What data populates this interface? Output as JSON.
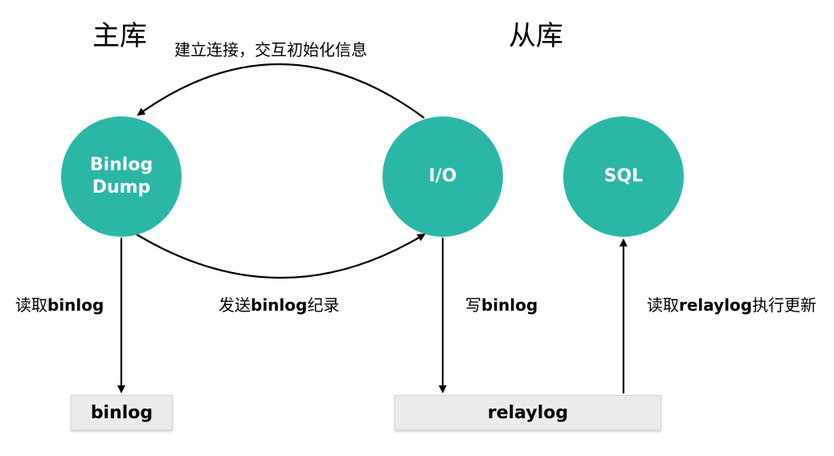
{
  "colors": {
    "node_fill": "#2bb7a8",
    "box_fill": "#ebebeb",
    "line": "#000000"
  },
  "headers": {
    "master": "主库",
    "slave": "从库"
  },
  "nodes": {
    "binlog_dump_line1": "Binlog",
    "binlog_dump_line2": "Dump",
    "io": "I/O",
    "sql": "SQL"
  },
  "edges": {
    "connect": "建立连接，交互初始化信息",
    "send_prefix": "发送",
    "send_bold": "binlog",
    "send_suffix": "纪录",
    "read_prefix": "读取",
    "read_bold": "binlog",
    "write_prefix": "写",
    "write_bold": "binlog",
    "apply_prefix": "读取",
    "apply_bold": "relaylog",
    "apply_suffix": "执行更新"
  },
  "boxes": {
    "binlog": "binlog",
    "relaylog": "relaylog"
  }
}
